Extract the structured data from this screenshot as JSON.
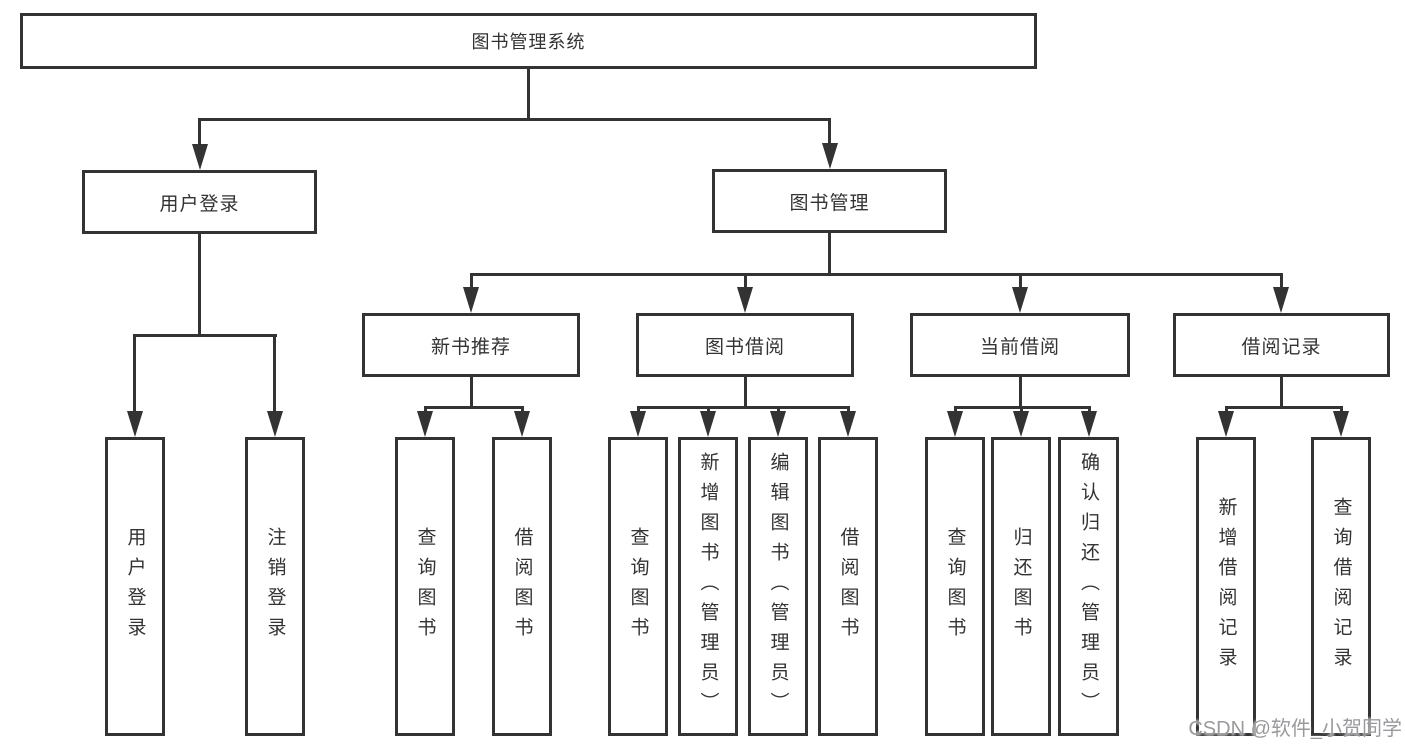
{
  "diagram": {
    "type": "tree",
    "root": {
      "label": "图书管理系统"
    },
    "level2": [
      {
        "label": "用户登录",
        "parent": "图书管理系统"
      },
      {
        "label": "图书管理",
        "parent": "图书管理系统"
      }
    ],
    "level3": [
      {
        "label": "新书推荐",
        "parent": "图书管理"
      },
      {
        "label": "图书借阅",
        "parent": "图书管理"
      },
      {
        "label": "当前借阅",
        "parent": "图书管理"
      },
      {
        "label": "借阅记录",
        "parent": "图书管理"
      }
    ],
    "leaves": [
      {
        "label": "用户登录",
        "parent": "用户登录"
      },
      {
        "label": "注销登录",
        "parent": "用户登录"
      },
      {
        "label": "查询图书",
        "parent": "新书推荐"
      },
      {
        "label": "借阅图书",
        "parent": "新书推荐"
      },
      {
        "label": "查询图书",
        "parent": "图书借阅"
      },
      {
        "label": "新增图书（管理员）",
        "parent": "图书借阅"
      },
      {
        "label": "编辑图书（管理员）",
        "parent": "图书借阅"
      },
      {
        "label": "借阅图书",
        "parent": "图书借阅"
      },
      {
        "label": "查询图书",
        "parent": "当前借阅"
      },
      {
        "label": "归还图书",
        "parent": "当前借阅"
      },
      {
        "label": "确认归还（管理员）",
        "parent": "当前借阅"
      },
      {
        "label": "新增借阅记录",
        "parent": "借阅记录"
      },
      {
        "label": "查询借阅记录",
        "parent": "借阅记录"
      }
    ]
  },
  "watermark": {
    "text": "CSDN @软件_小贺同学",
    "color": "#9a9a9e"
  },
  "colors": {
    "line": "#333333",
    "box_border": "#333333",
    "text": "#333333",
    "background": "#ffffff"
  }
}
